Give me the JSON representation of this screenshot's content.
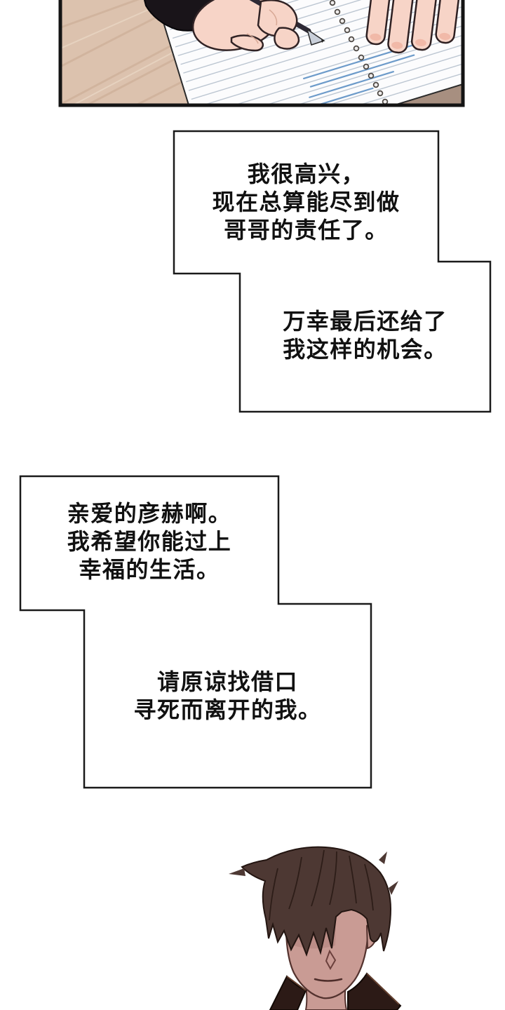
{
  "page": {
    "type": "webtoon comic page",
    "background_color": "#ffffff"
  },
  "panels": {
    "writing_scene": {
      "description": "Close-up of two hands writing with a pen in a lined spiral notebook on a wooden desk; dark sleeve at top left",
      "border_color": "#141414"
    },
    "character_portrait": {
      "description": "Man with dark brown hair covering his eyes, small nose, closed mouth, wearing a dark open-collar jacket"
    }
  },
  "narration": {
    "box1_top": {
      "lines": [
        "我很高兴，",
        "现在总算能尽到做",
        "哥哥的责任了。"
      ]
    },
    "box1_bottom": {
      "lines": [
        "万幸最后还给了",
        "我这样的机会。"
      ]
    },
    "box2_top": {
      "lines": [
        "亲爱的彦赫啊。",
        "我希望你能过上",
        "幸福的生活。"
      ]
    },
    "box2_bottom": {
      "lines": [
        "请原谅找借口",
        "寻死而离开的我。"
      ]
    }
  },
  "palette": {
    "text": "#111111",
    "box_border": "#1a1a1a",
    "wood": "#dcc2ae",
    "wood_grain": "#c9aa92",
    "desk_edge": "#a78f80",
    "paper": "#fcfcfd",
    "rule_line": "#b7c2ce",
    "ink_blue": "#6d9bca",
    "spiral": "#4c4742",
    "skin_hand": "#f7d4c7",
    "skin_face": "#c99b94",
    "hair": "#4d3833",
    "jacket": "#2c1a16",
    "sleeve": "#191419",
    "pen": "#2d2935"
  }
}
